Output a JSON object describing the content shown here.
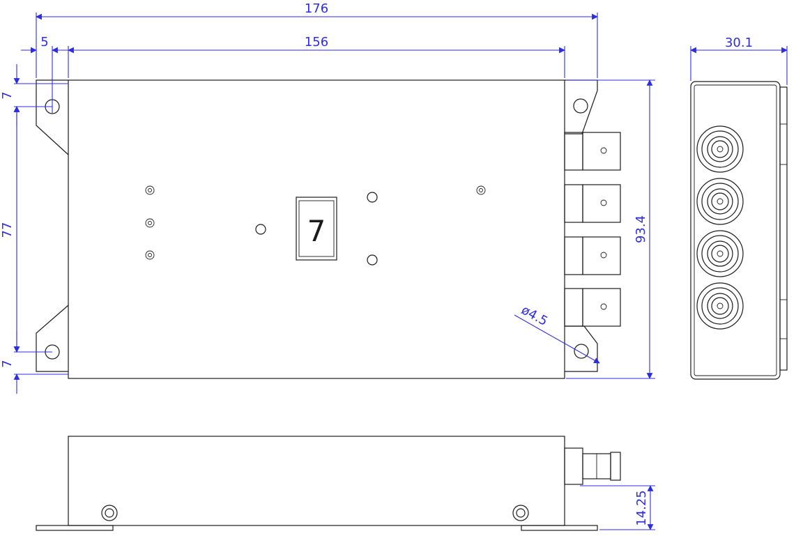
{
  "drawing": {
    "dimensions": {
      "overall_width": "176",
      "body_width": "156",
      "mount_offset": "5",
      "top_hole_offset": "7",
      "hole_spacing": "77",
      "bottom_hole_offset": "7",
      "overall_height": "93.4",
      "hole_diameter": "ø4.5",
      "depth": "30.1",
      "connector_height": "14.25"
    },
    "panel_label": "7",
    "colors": {
      "outline": "#1a1a1a",
      "dimension": "#2d2de0"
    }
  }
}
